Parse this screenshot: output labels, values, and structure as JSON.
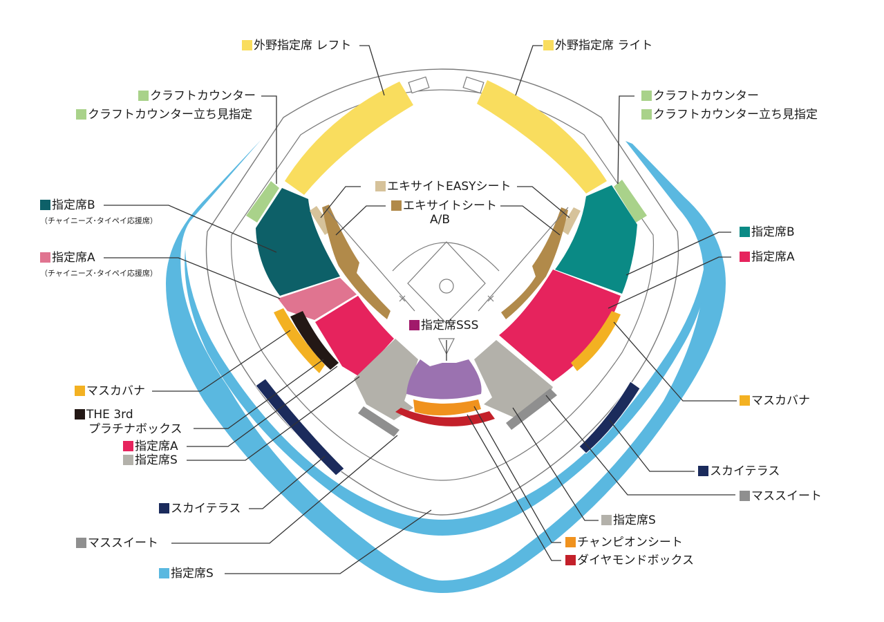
{
  "labels": {
    "outfield_left": "外野指定席 レフト",
    "outfield_right": "外野指定席 ライト",
    "craft_left_1": "クラフトカウンター",
    "craft_left_2": "クラフトカウンター立ち見指定",
    "craft_right_1": "クラフトカウンター",
    "craft_right_2": "クラフトカウンター立ち見指定",
    "easy_seat": "エキサイトEASYシート",
    "excite_seat": "エキサイトシート",
    "excite_seat_ab": "A/B",
    "reserved_b_left": "指定席B",
    "reserved_b_left_note": "（チャイニーズ･タイペイ応援席）",
    "reserved_a_left": "指定席A",
    "reserved_a_left_note": "（チャイニーズ･タイペイ応援席）",
    "reserved_b_right": "指定席B",
    "reserved_a_right": "指定席A",
    "reserved_sss": "指定席SSS",
    "mascabana_left": "マスカバナ",
    "the3rd_1": "THE 3rd",
    "the3rd_2": "プラチナボックス",
    "reserved_a_lower": "指定席A",
    "reserved_s_lower": "指定席S",
    "sky_terrace_left": "スカイテラス",
    "mass_suite_left": "マススイート",
    "reserved_s_outer": "指定席S",
    "mascabana_right": "マスカバナ",
    "sky_terrace_right": "スカイテラス",
    "mass_suite_right": "マススイート",
    "reserved_s_right": "指定席S",
    "champion_seat": "チャンピオンシート",
    "diamond_box": "ダイヤモンドボックス"
  },
  "colors": {
    "outfield": "#f9dd5e",
    "craft": "#a9d28a",
    "easy": "#d6c29a",
    "excite": "#b18a4a",
    "reserved_b_left": "#0d6068",
    "reserved_b_right": "#0a8a85",
    "reserved_a_pink": "#e07490",
    "reserved_a": "#e6235d",
    "reserved_sss": "#9b72b0",
    "sss_swatch": "#a11a6b",
    "mascabana": "#f3b122",
    "the3rd": "#231815",
    "reserved_s_gray": "#b3b1aa",
    "mass_suite": "#8f8f8f",
    "sky_terrace": "#1b2b5c",
    "reserved_s_blue": "#5ab8e0",
    "champion": "#f0921e",
    "diamond": "#c3202a"
  }
}
